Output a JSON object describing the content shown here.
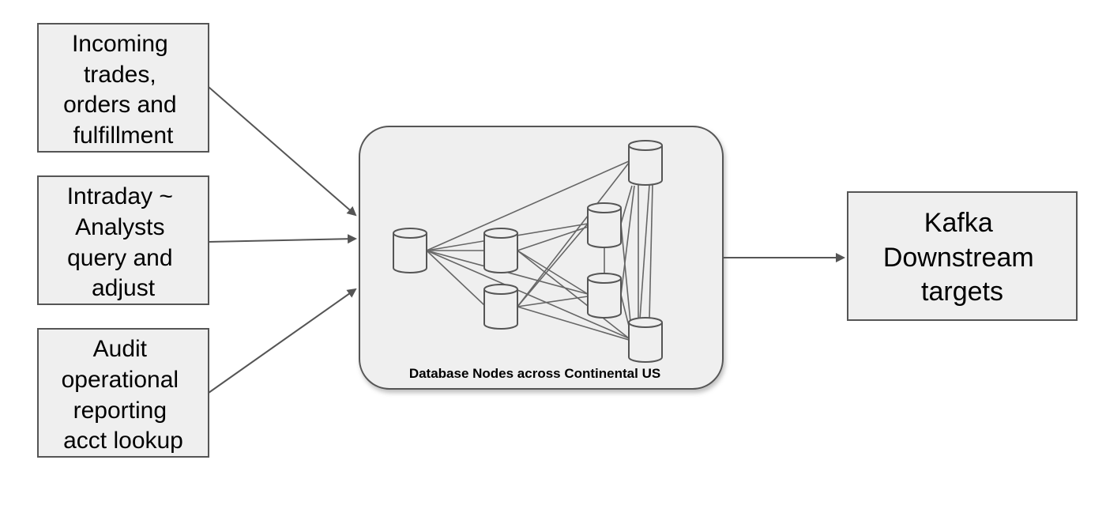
{
  "colors": {
    "box_fill": "#efefef",
    "box_stroke": "#555555",
    "arrow": "#555555",
    "node_fill": "#efefef",
    "node_stroke": "#555555",
    "edge": "#666666"
  },
  "inputs": [
    {
      "lines": [
        "Incoming",
        "trades,",
        "orders and",
        "fulfillment"
      ]
    },
    {
      "lines": [
        "Intraday ~",
        "Analysts",
        "query and",
        "adjust"
      ]
    },
    {
      "lines": [
        "Audit",
        "operational",
        "reporting",
        "acct lookup"
      ]
    }
  ],
  "cluster": {
    "caption": "Database Nodes across Continental US"
  },
  "output": {
    "lines": [
      "Kafka",
      "Downstream",
      "targets"
    ]
  }
}
